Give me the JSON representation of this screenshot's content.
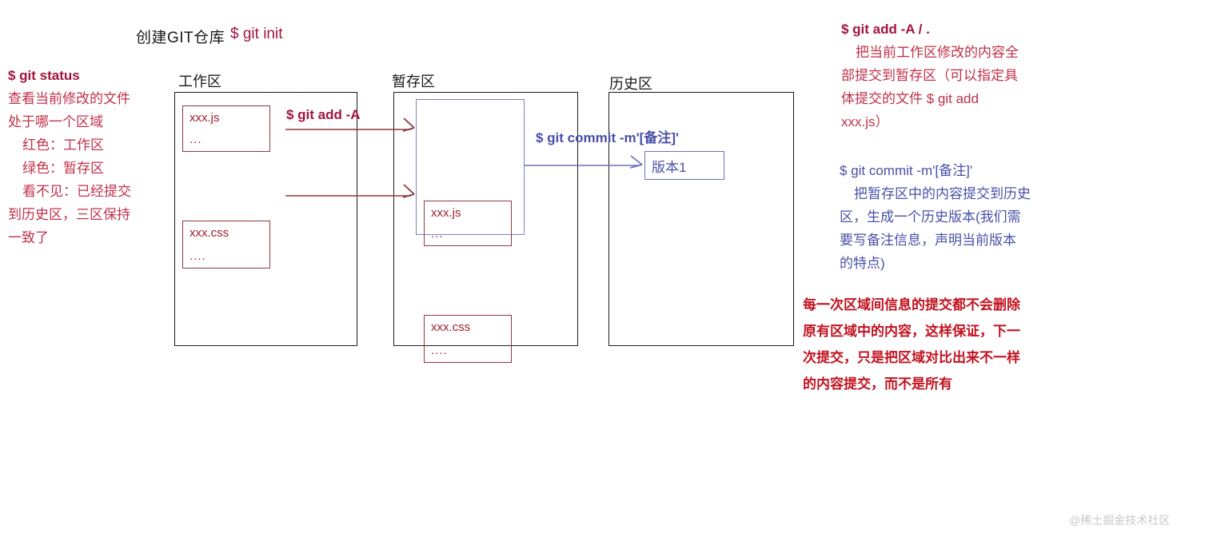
{
  "header": {
    "create_repo_label": "创建GIT仓库",
    "create_repo_command": "$ git init"
  },
  "left_note": {
    "command": "$ git status",
    "lines": [
      "查看当前修改的文件",
      "处于哪一个区域",
      "红色：工作区",
      "绿色：暂存区",
      "看不见：已经提交",
      "到历史区，三区保持",
      "一致了"
    ]
  },
  "diagram": {
    "regions": [
      {
        "label": "工作区"
      },
      {
        "label": "暂存区"
      },
      {
        "label": "历史区"
      }
    ],
    "workspace_files": [
      {
        "name": "xxx.js",
        "dots": "..."
      },
      {
        "name": "xxx.css",
        "dots": "...."
      }
    ],
    "staging_files": [
      {
        "name": "xxx.js",
        "dots": "..."
      },
      {
        "name": "xxx.css",
        "dots": "...."
      }
    ],
    "add_arrow_label": "$ git add -A",
    "commit_arrow_label": "$ git commit -m'[备注]'",
    "version_label": "版本1"
  },
  "right_note_add": {
    "command": "$ git add -A / .",
    "lines": [
      "把当前工作区修改的内容全",
      "部提交到暂存区（可以指定具",
      "体提交的文件 $ git add",
      "xxx.js）"
    ]
  },
  "right_note_commit": {
    "command": "$ git commit -m'[备注]'",
    "lines": [
      "把暂存区中的内容提交到历史",
      "区，生成一个历史版本(我们需",
      "要写备注信息，声明当前版本",
      "的特点)"
    ]
  },
  "right_note_bold": {
    "lines": [
      "每一次区域间信息的提交都不会删除",
      "原有区域中的内容，这样保证，下一",
      "次提交，只是把区域对比出来不一样",
      "的内容提交，而不是所有"
    ]
  },
  "watermark": {
    "text": "@稀土掘金技术社区"
  },
  "colors": {
    "red_text": "#c0304a",
    "command_red": "#a4133c",
    "blue_text": "#4a4fa8",
    "bold_red": "#c1121f",
    "box_border": "#1c1c1c",
    "file_border": "#8c3a44",
    "staging_wrap_border": "#7b7fc4"
  }
}
